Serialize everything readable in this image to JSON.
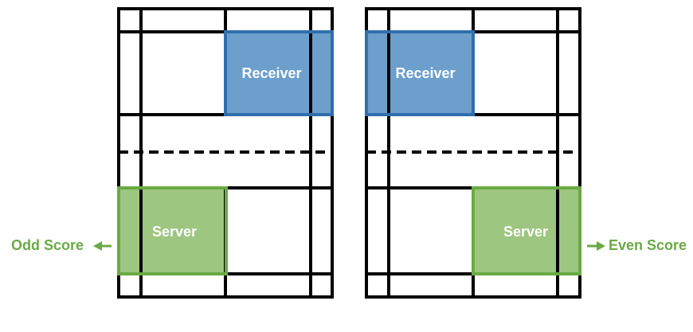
{
  "colors": {
    "court_line": "#000000",
    "receiver_fill": "#6d9fcd",
    "receiver_stroke": "#2f6fad",
    "server_fill": "#9dc680",
    "server_stroke": "#6aaa44",
    "score_label": "#6aaa44",
    "arrow": "#6aaa44"
  },
  "courts": [
    {
      "receiver": {
        "label": "Receiver",
        "side": "right"
      },
      "server": {
        "label": "Server",
        "side": "left"
      },
      "score": {
        "label": "Odd Score",
        "arrow": "left-arrow-icon"
      }
    },
    {
      "receiver": {
        "label": "Receiver",
        "side": "left"
      },
      "server": {
        "label": "Server",
        "side": "right"
      },
      "score": {
        "label": "Even Score",
        "arrow": "right-arrow-icon"
      }
    }
  ]
}
